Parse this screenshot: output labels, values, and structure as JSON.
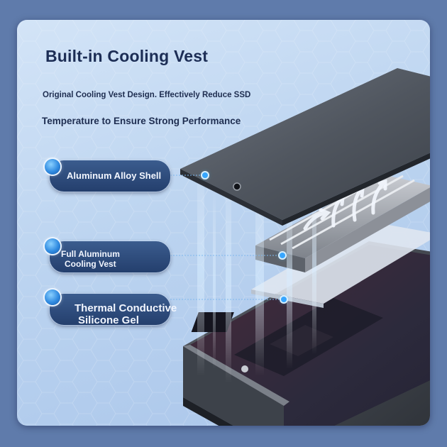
{
  "heading": {
    "title": "Built-in Cooling Vest",
    "subtitle_line1": "Original Cooling Vest Design. Effectively Reduce SSD",
    "subtitle_line2": "Temperature to Ensure Strong Performance"
  },
  "callouts": [
    {
      "line1": "Aluminum Alloy Shell",
      "line2": ""
    },
    {
      "line1": "Full Aluminum",
      "line2": "Cooling Vest"
    },
    {
      "line1": "Thermal Conductive",
      "line2": "Silicone Gel"
    }
  ],
  "colors": {
    "accent": "#2f8ae0",
    "title_text": "#1c2d55",
    "pill_fill": "#2c4a7c"
  },
  "icons": [
    "bullet-dot-icon",
    "heat-arrow-icon"
  ]
}
